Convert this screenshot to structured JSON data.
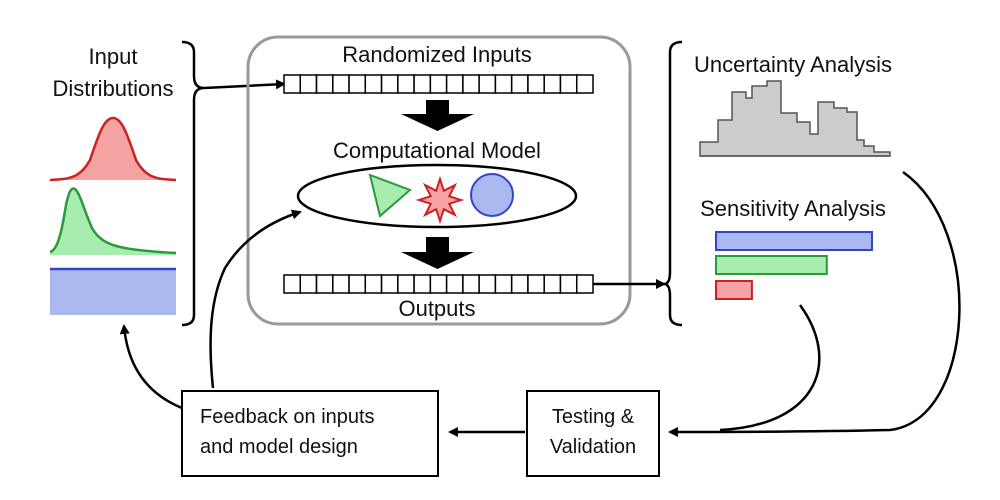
{
  "input_distributions": {
    "line1": "Input",
    "line2": "Distributions"
  },
  "randomized_inputs": {
    "label": "Randomized Inputs"
  },
  "computational_model": {
    "label": "Computational Model"
  },
  "outputs": {
    "label": "Outputs"
  },
  "uncertainty_analysis": {
    "label": "Uncertainty Analysis"
  },
  "sensitivity_analysis": {
    "label": "Sensitivity Analysis"
  },
  "testing_validation": {
    "line1": "Testing &",
    "line2": "Validation"
  },
  "feedback": {
    "line1": "Feedback on inputs",
    "line2": "and model design"
  },
  "colors": {
    "red_fill": "#f4a3a3",
    "red_stroke": "#cc2222",
    "green_fill": "#a8ecb0",
    "green_stroke": "#2a9a3a",
    "blue_fill": "#a9b9f0",
    "blue_stroke": "#3344cc",
    "gray_fill": "#cccccc",
    "frame_gray": "#999999"
  },
  "sensitivity_bars": [
    {
      "color": "blue",
      "value": 1.0
    },
    {
      "color": "green",
      "value": 0.71
    },
    {
      "color": "red",
      "value": 0.23
    }
  ]
}
